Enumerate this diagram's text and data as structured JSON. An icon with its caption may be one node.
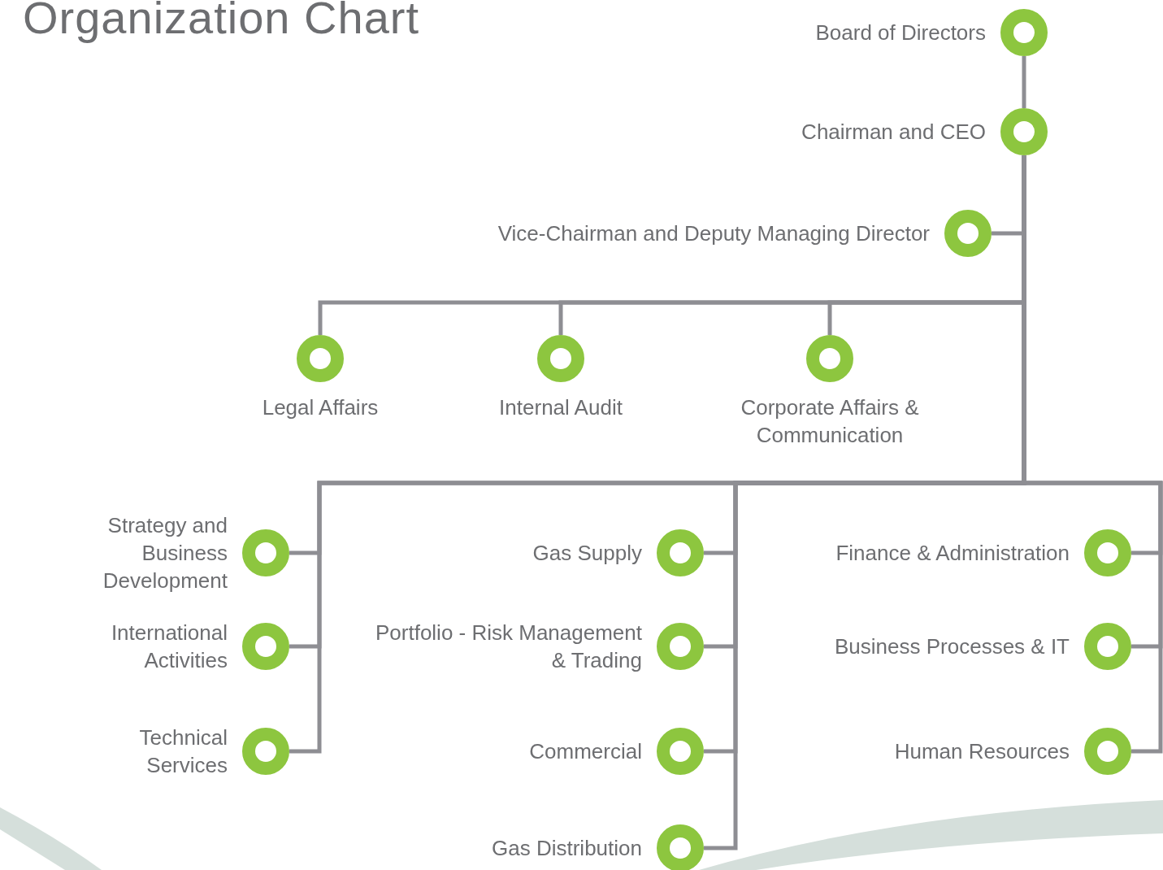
{
  "diagram": {
    "title": "Organization Chart",
    "nodes": [
      {
        "text": [
          "Board of Directors"
        ]
      },
      {
        "text": [
          "Chairman and CEO"
        ]
      },
      {
        "text": [
          "Vice-Chairman and Deputy Managing Director"
        ]
      },
      {
        "text": [
          "Legal Affairs"
        ]
      },
      {
        "text": [
          "Internal Audit"
        ]
      },
      {
        "text": [
          "Corporate Affairs & Communication"
        ]
      },
      {
        "text": [
          "Strategy and Business Development"
        ]
      },
      {
        "text": [
          "Gas Supply"
        ]
      },
      {
        "text": [
          "Finance & Administration"
        ]
      },
      {
        "text": [
          "International Activities"
        ]
      },
      {
        "text": [
          "Portfolio - Risk Management & Trading"
        ]
      },
      {
        "text": [
          "Business Processes & IT"
        ]
      },
      {
        "text": [
          "Technical Services"
        ]
      },
      {
        "text": [
          "Commercial"
        ]
      },
      {
        "text": [
          "Human Resources"
        ]
      },
      {
        "text": [
          "Gas Distribution"
        ]
      }
    ],
    "edges": [
      {
        "from": 0,
        "to": 1,
        "arrow": "none"
      },
      {
        "from": 1,
        "to": 2,
        "arrow": "none"
      },
      {
        "from": 1,
        "to": 3,
        "arrow": "none"
      },
      {
        "from": 1,
        "to": 4,
        "arrow": "none"
      },
      {
        "from": 1,
        "to": 5,
        "arrow": "none"
      },
      {
        "from": 1,
        "to": 6,
        "arrow": "none"
      },
      {
        "from": 1,
        "to": 7,
        "arrow": "none"
      },
      {
        "from": 1,
        "to": 8,
        "arrow": "none"
      },
      {
        "from": 1,
        "to": 9,
        "arrow": "none"
      },
      {
        "from": 1,
        "to": 10,
        "arrow": "none"
      },
      {
        "from": 1,
        "to": 11,
        "arrow": "none"
      },
      {
        "from": 1,
        "to": 12,
        "arrow": "none"
      },
      {
        "from": 1,
        "to": 13,
        "arrow": "none"
      },
      {
        "from": 1,
        "to": 14,
        "arrow": "none"
      },
      {
        "from": 1,
        "to": 15,
        "arrow": "none"
      }
    ]
  }
}
